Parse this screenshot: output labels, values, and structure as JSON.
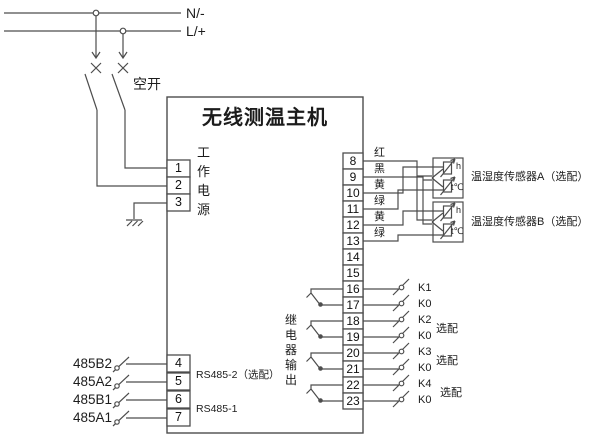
{
  "power": {
    "neutral_label": "N/-",
    "live_label": "L/+",
    "breaker_label": "空开"
  },
  "host": {
    "title": "无线测温主机",
    "power_terminal_label": "工作电源",
    "relay_output_label": "继电器输出",
    "rs485_port2_label": "RS485-2（选配）",
    "rs485_port1_label": "RS485-1",
    "power_terminals": [
      "1",
      "2",
      "3"
    ],
    "rs485_terminals": [
      "4",
      "5",
      "6",
      "7"
    ],
    "io_terminals": [
      "8",
      "9",
      "10",
      "11",
      "12",
      "13",
      "14",
      "15",
      "16",
      "17",
      "18",
      "19",
      "20",
      "21",
      "22",
      "23"
    ]
  },
  "bus_labels": [
    "485B2",
    "485A2",
    "485B1",
    "485A1"
  ],
  "wire_colors": [
    "红",
    "黑",
    "黄",
    "绿",
    "黄",
    "绿"
  ],
  "sensors": {
    "a_label": "温湿度传感器A（选配）",
    "b_label": "温湿度传感器B（选配）",
    "humidity_symbol": "h",
    "temperature_symbol": "t℃"
  },
  "relay_channels": [
    "K1",
    "K0",
    "K2",
    "K0",
    "K3",
    "K0",
    "K4",
    "K0"
  ],
  "optional_label": "选配",
  "colors": {
    "line": "#4d4d4d",
    "text": "#1c1c1c",
    "background": "#ffffff"
  }
}
